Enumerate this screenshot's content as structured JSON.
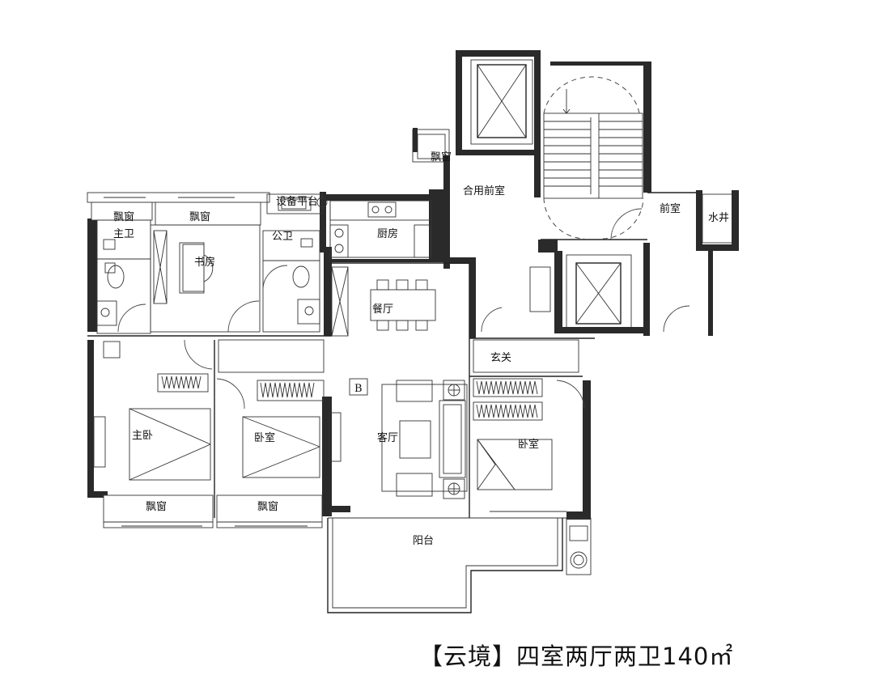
{
  "caption": "【云境】四室两厅两卫140㎡",
  "rooms": {
    "bay_window_top": "飘窗",
    "bay_window_master_bath": "飘窗",
    "bay_window_study": "飘窗",
    "master_bath": "主卫",
    "study": "书房",
    "public_bath": "公卫",
    "equipment_platform": "设备平台",
    "kitchen": "厨房",
    "shared_lobby": "合用前室",
    "front_room": "前室",
    "water_well": "水井",
    "dining": "餐厅",
    "foyer": "玄关",
    "master_bedroom": "主卧",
    "bedroom_mid": "卧室",
    "living": "客厅",
    "bedroom_right": "卧室",
    "bay_window_bottom_left": "飘窗",
    "bay_window_bottom_mid": "飘窗",
    "balcony": "阳台",
    "type_marker": "B"
  }
}
